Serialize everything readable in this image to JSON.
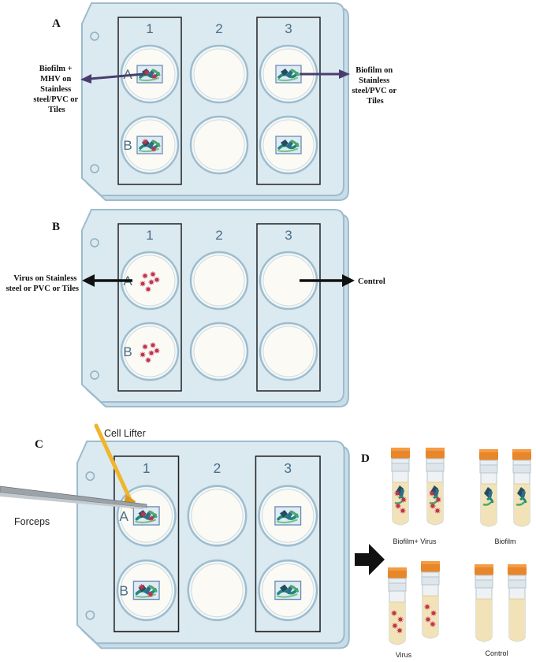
{
  "panels": {
    "a": {
      "letter": "A",
      "columns": [
        "1",
        "2",
        "3"
      ],
      "rows": [
        "A",
        "B"
      ],
      "left_note": [
        "Biofilm +",
        "MHV on",
        "Stainless",
        "steel/PVC or",
        "Tiles"
      ],
      "right_note": [
        "Biofilm on",
        "Stainless",
        "steel/PVC or",
        "Tiles"
      ]
    },
    "b": {
      "letter": "B",
      "columns": [
        "1",
        "2",
        "3"
      ],
      "rows": [
        "A",
        "B"
      ],
      "left_note": [
        "Virus on Stainless",
        "steel or PVC or Tiles"
      ],
      "right_note": "Control"
    },
    "c": {
      "letter": "C",
      "columns": [
        "1",
        "2",
        "3"
      ],
      "rows": [
        "A",
        "B"
      ],
      "cell_lifter_label": "Cell Lifter",
      "forceps_label": "Forceps"
    },
    "d": {
      "letter": "D",
      "tube_groups": [
        {
          "label": "Biofilm+ Virus",
          "content": "biofilm-virus"
        },
        {
          "label": "Biofilm",
          "content": "biofilm"
        },
        {
          "label": "Virus",
          "content": "virus"
        },
        {
          "label": "Control",
          "content": "control"
        }
      ]
    }
  },
  "colors": {
    "plate_fill": "#dbe9f0",
    "plate_stroke": "#9dbccd",
    "well_fill": "#fbfaf3",
    "cap": "#e8862a",
    "liquid": "#f2e2b8",
    "virus": "#c0344f",
    "cell_lifter": "#f0b52a"
  }
}
